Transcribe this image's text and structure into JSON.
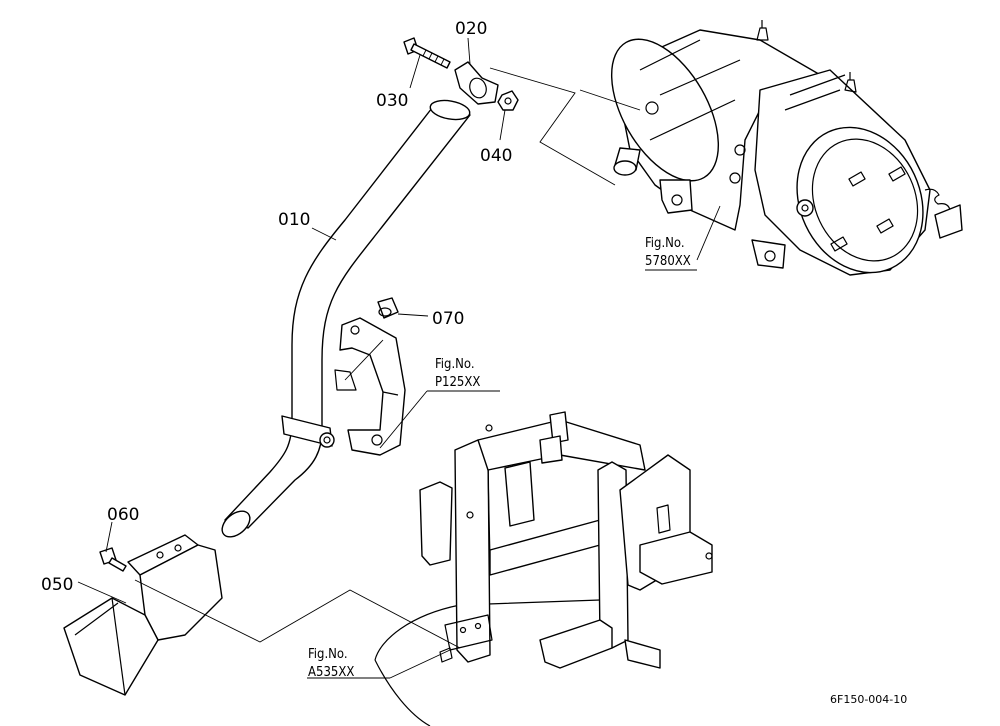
{
  "callouts": {
    "c010": "010",
    "c020": "020",
    "c030": "030",
    "c040": "040",
    "c050": "050",
    "c060": "060",
    "c070": "070"
  },
  "fig_refs": {
    "muffler": {
      "line1": "Fig.No.",
      "line2": "5780XX"
    },
    "bracket": {
      "line1": "Fig.No.",
      "line2": "P125XX"
    },
    "frame": {
      "line1": "Fig.No.",
      "line2": "A535XX"
    }
  },
  "drawing_code": "6F150-004-10"
}
